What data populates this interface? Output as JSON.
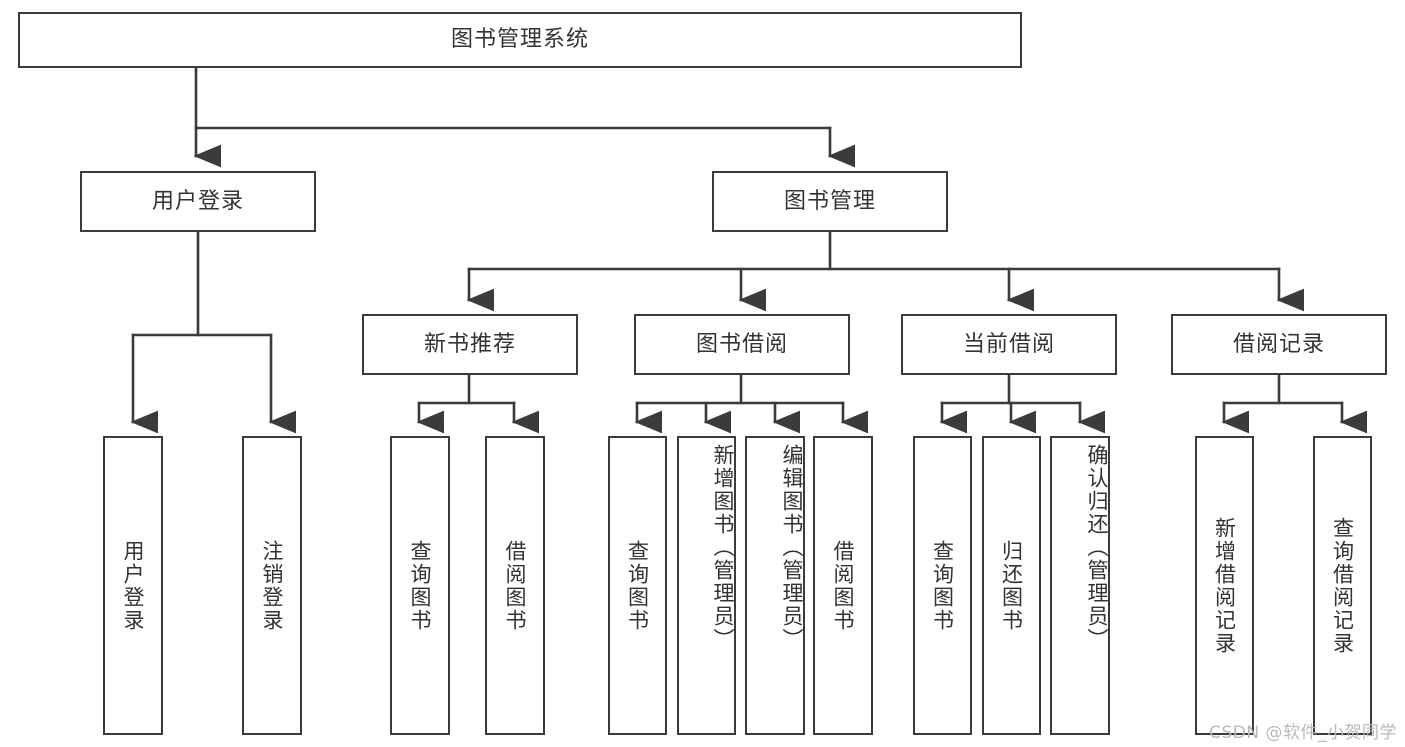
{
  "diagram": {
    "type": "tree",
    "title": "图书管理系统",
    "root": {
      "label": "图书管理系统"
    },
    "level2": [
      {
        "label": "用户登录"
      },
      {
        "label": "图书管理"
      }
    ],
    "level3": [
      {
        "label": "新书推荐"
      },
      {
        "label": "图书借阅"
      },
      {
        "label": "当前借阅"
      },
      {
        "label": "借阅记录"
      }
    ],
    "leaves": {
      "user_login": [
        {
          "label": "用户登录"
        },
        {
          "label": "注销登录"
        }
      ],
      "new_book": [
        {
          "label": "查询图书"
        },
        {
          "label": "借阅图书"
        }
      ],
      "book_borrow": [
        {
          "label": "查询图书"
        },
        {
          "label": "新增图书（管理员）"
        },
        {
          "label": "编辑图书（管理员）"
        },
        {
          "label": "借阅图书"
        }
      ],
      "current_borrow": [
        {
          "label": "查询图书"
        },
        {
          "label": "归还图书"
        },
        {
          "label": "确认归还（管理员）"
        }
      ],
      "borrow_record": [
        {
          "label": "新增借阅记录"
        },
        {
          "label": "查询借阅记录"
        }
      ]
    },
    "watermark": "CSDN @软件_小贺同学",
    "colors": {
      "stroke": "#3b3b3b",
      "text": "#333333",
      "background": "#ffffff",
      "watermark": "#b9b9b9"
    }
  }
}
